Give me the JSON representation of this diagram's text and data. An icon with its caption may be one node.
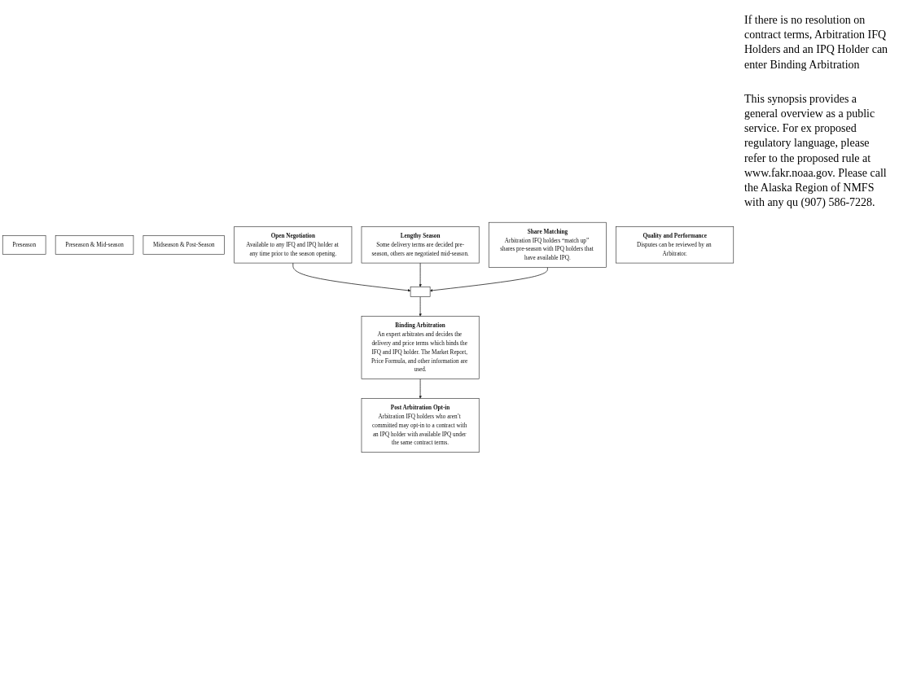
{
  "diagram": {
    "nodes": [
      {
        "text": [
          "Preseason"
        ]
      },
      {
        "text": [
          "Preseason & Mid-season"
        ]
      },
      {
        "text": [
          "Midseason & Post-Season"
        ]
      },
      {
        "text": [
          "Open Negotiation",
          "Available to any IFQ and IPQ holder at any time prior to the season opening."
        ]
      },
      {
        "text": [
          "Lengthy Season",
          "Some delivery terms are decided pre-season, others are negotiated mid-season."
        ]
      },
      {
        "text": [],
        "shape": "box"
      },
      {
        "text": [
          "Share Matching",
          "Arbitration IFQ holders “match up” shares pre-season with IPQ holders that have available IPQ."
        ]
      },
      {
        "text": [
          "Binding Arbitration",
          "An expert arbitrates and decides the delivery and price terms which binds the IFQ and IPQ holder. The Market Report, Price Formula, and other information are used."
        ]
      },
      {
        "text": [
          "Post Arbitration Opt-in",
          "Arbitration IFQ holders who aren’t committed may opt-in to a contract with an IPQ holder with available IPQ under the same contract terms."
        ]
      },
      {
        "text": [
          "Quality and Performance",
          "Disputes can be reviewed by an Arbitrator."
        ]
      }
    ],
    "edges": [
      {
        "from": 3,
        "to": 5,
        "arrow": "to"
      },
      {
        "from": 4,
        "to": 5,
        "arrow": "to"
      },
      {
        "from": 6,
        "to": 5,
        "arrow": "to"
      },
      {
        "from": 5,
        "to": 7,
        "arrow": "to"
      },
      {
        "from": 7,
        "to": 8,
        "arrow": "to"
      }
    ],
    "labels": [
      "If there is no resolution on contract terms, Arbitration IFQ Holders and an IPQ Holder can enter Binding Arbitration",
      "This synopsis provides a general overview as a public service. For ex proposed regulatory language, please refer to the proposed rule at www.fakr.noaa.gov. Please call the Alaska Region of NMFS with any qu (907) 586-7228."
    ]
  }
}
